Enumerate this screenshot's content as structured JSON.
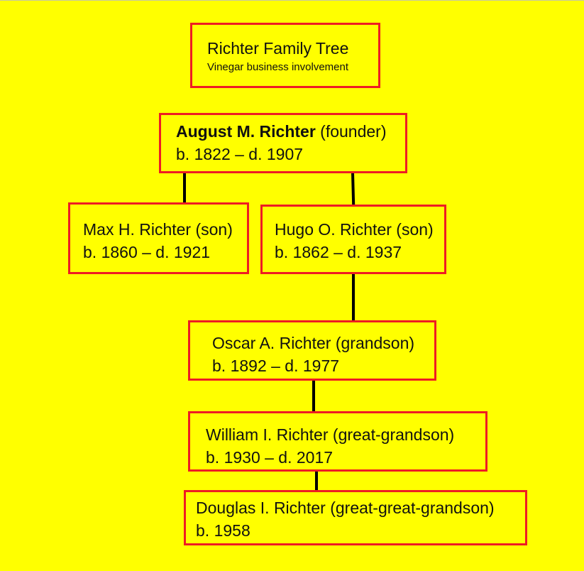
{
  "diagram": {
    "type": "family-tree",
    "colors": {
      "background": "#ffff00",
      "box_border": "#ee1c24",
      "connector": "#000000",
      "text": "#111111"
    },
    "header": {
      "title": "Richter Family Tree",
      "subtitle": "Vinegar business involvement"
    },
    "nodes": [
      {
        "id": "august",
        "name": "August M. Richter",
        "role": " (founder)",
        "dates": "b. 1822 – d. 1907",
        "parent": null
      },
      {
        "id": "max",
        "name": "Max H. Richter",
        "role": " (son)",
        "dates": "b. 1860 – d. 1921",
        "parent": "august"
      },
      {
        "id": "hugo",
        "name": "Hugo O. Richter",
        "role": " (son)",
        "dates": "b. 1862 – d. 1937",
        "parent": "august"
      },
      {
        "id": "oscar",
        "name": "Oscar A. Richter",
        "role": " (grandson)",
        "dates": "b. 1892 – d. 1977",
        "parent": "hugo"
      },
      {
        "id": "william",
        "name": "William I. Richter",
        "role": " (great-grandson)",
        "dates": "b. 1930 – d. 2017",
        "parent": "oscar"
      },
      {
        "id": "douglas",
        "name": "Douglas I. Richter",
        "role": " (great-great-grandson)",
        "dates": "b. 1958",
        "parent": "william"
      }
    ],
    "edges": [
      {
        "from": "august",
        "to": "max"
      },
      {
        "from": "august",
        "to": "hugo"
      },
      {
        "from": "hugo",
        "to": "oscar"
      },
      {
        "from": "oscar",
        "to": "william"
      },
      {
        "from": "william",
        "to": "douglas"
      }
    ]
  }
}
